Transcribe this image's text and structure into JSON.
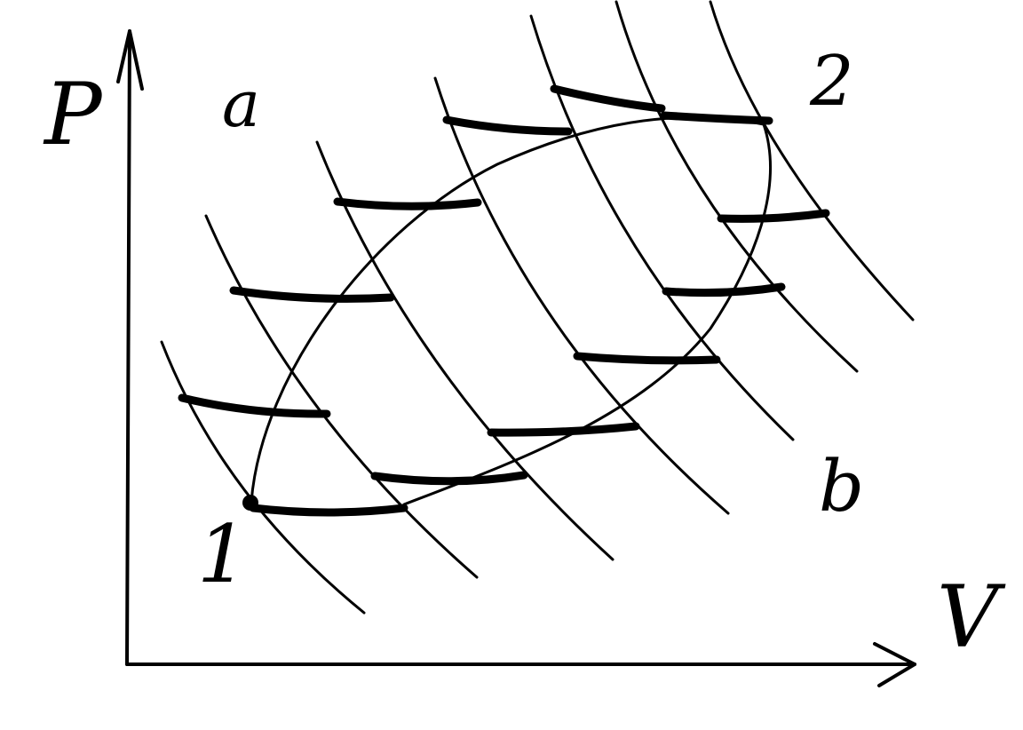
{
  "ink_color": "#000000",
  "background_color": "#ffffff",
  "axes": {
    "y_label": "P",
    "x_label": "V"
  },
  "states": {
    "initial": "1",
    "final": "2"
  },
  "paths": {
    "upper": "a",
    "lower": "b"
  }
}
